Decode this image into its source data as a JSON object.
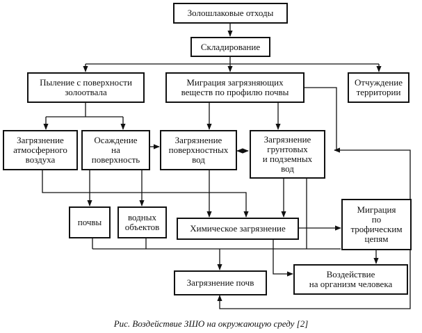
{
  "diagram": {
    "nodes": {
      "ash_waste": "Золошлаковые отходы",
      "storage": "Складирование",
      "dusting": "Пыление с поверхности\nзолоотвала",
      "migration_soil": "Миграция загрязняющих\nвеществ по профилю почвы",
      "alienation": "Отчуждение\nтерритории",
      "air_pollution": "Загрязнение\nатмосферного\nвоздуха",
      "deposition": "Осаждение\nна\nповерхность",
      "surface_water": "Загрязнение\nповерхностных\nвод",
      "ground_water": "Загрязнение\nгрунтовых\nи подземных\nвод",
      "soils": "почвы",
      "water_bodies": "водных\nобъектов",
      "chemical": "Химическое загрязнение",
      "trophic": "Миграция\nпо\nтрофическим\nцепям",
      "soil_pollution": "Загрязнение почв",
      "human_impact": "Воздействие\nна организм человека"
    },
    "caption": "Рис. Воздействие ЗШО на окружающую среду [2]",
    "colors": {
      "stroke": "#111111",
      "background": "#ffffff"
    }
  }
}
